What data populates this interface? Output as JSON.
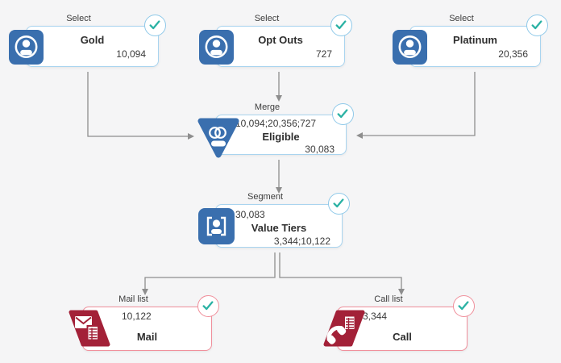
{
  "canvas": {
    "background": "#f5f5f6"
  },
  "colors": {
    "blue_node_border": "#a9d4ef",
    "red_node_border": "#f0909c",
    "icon_blue": "#3a6fae",
    "icon_red": "#a32138",
    "check_teal": "#2bb2a4",
    "connector_gray": "#8e8e8e",
    "title_text": "#2e2e2e",
    "number_text": "#3a3a3a"
  },
  "nodes": [
    {
      "id": "gold",
      "type": "select",
      "label": "Select",
      "title": "Gold",
      "output": "10,094"
    },
    {
      "id": "opt-outs",
      "type": "select",
      "label": "Select",
      "title": "Opt Outs",
      "output": "727"
    },
    {
      "id": "platinum",
      "type": "select",
      "label": "Select",
      "title": "Platinum",
      "output": "20,356"
    },
    {
      "id": "eligible",
      "type": "merge",
      "label": "Merge",
      "title": "Eligible",
      "input": "10,094;20,356;727",
      "output": "30,083"
    },
    {
      "id": "value-tiers",
      "type": "segment",
      "label": "Segment",
      "title": "Value Tiers",
      "input": "30,083",
      "output": "3,344;10,122"
    },
    {
      "id": "mail",
      "type": "mail-list",
      "label": "Mail list",
      "title": "Mail",
      "input": "10,122"
    },
    {
      "id": "call",
      "type": "call-list",
      "label": "Call list",
      "title": "Call",
      "input": "3,344"
    }
  ],
  "edges": [
    {
      "from": "gold",
      "to": "eligible"
    },
    {
      "from": "opt-outs",
      "to": "eligible"
    },
    {
      "from": "platinum",
      "to": "eligible"
    },
    {
      "from": "eligible",
      "to": "value-tiers"
    },
    {
      "from": "value-tiers",
      "to": "mail"
    },
    {
      "from": "value-tiers",
      "to": "call"
    }
  ],
  "status": {
    "all_nodes": "completed-check"
  }
}
